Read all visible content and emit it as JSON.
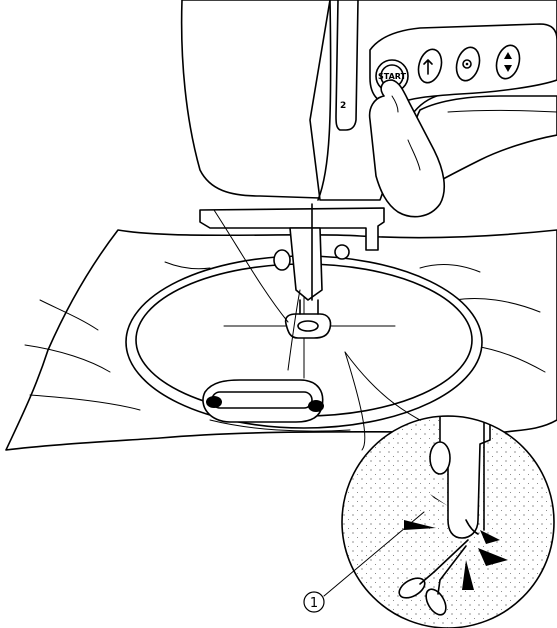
{
  "start_button_label": "START",
  "needle_position_number": "2",
  "callout_number": "1",
  "button_icons": [
    "reverse-stitch-icon",
    "reinforcement-stitch-icon",
    "needle-up-down-icon"
  ],
  "colors": {
    "line": "#000000",
    "background": "#ffffff"
  }
}
